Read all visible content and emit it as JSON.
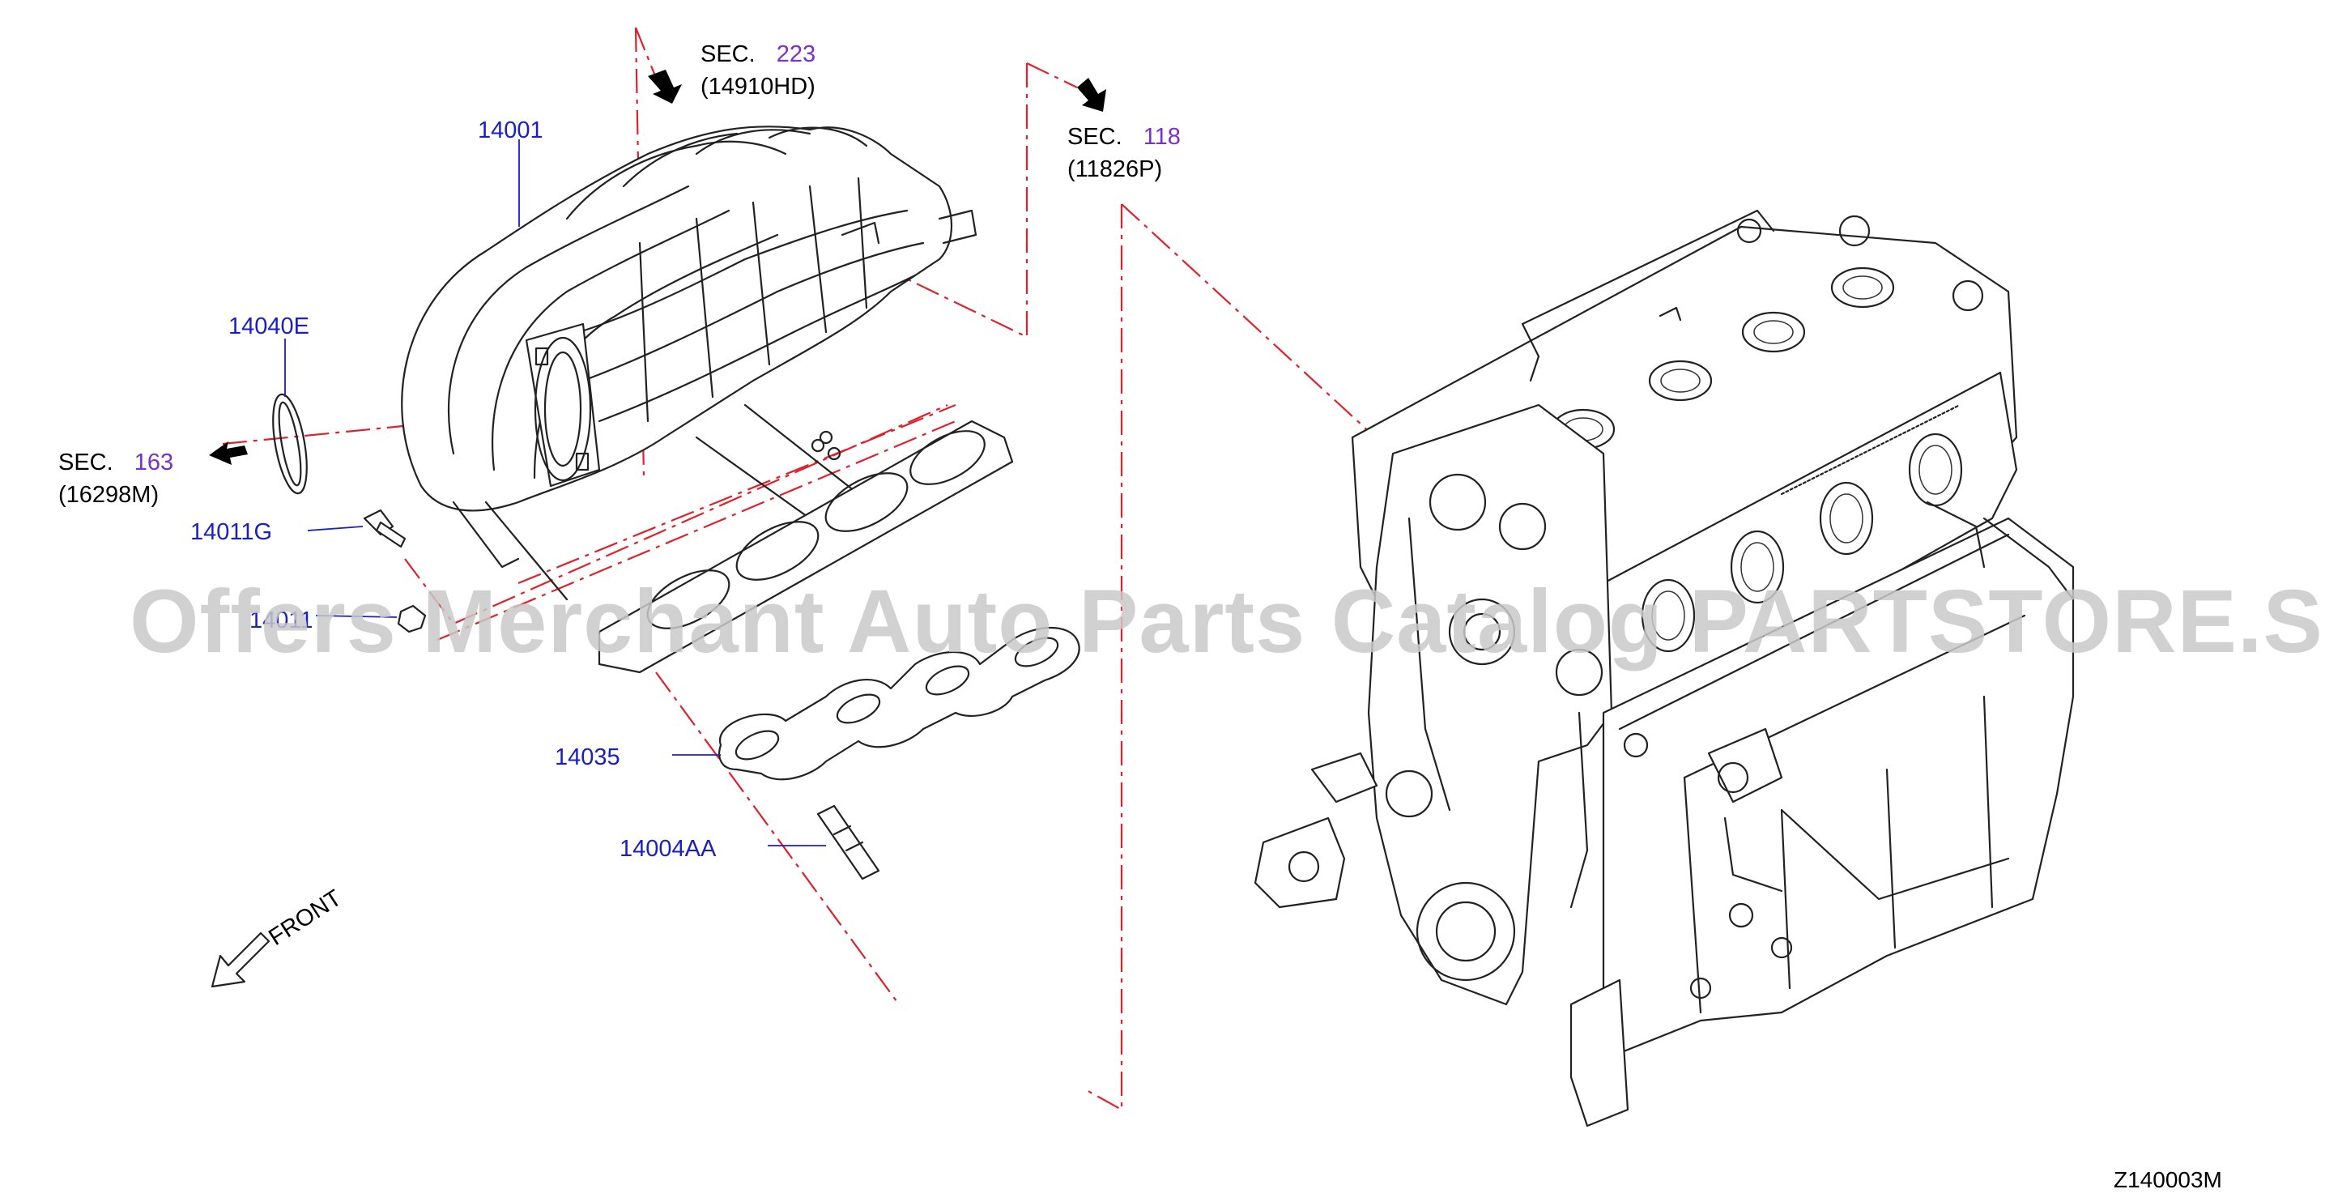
{
  "parts": [
    {
      "id": "p-14001",
      "label": "14001"
    },
    {
      "id": "p-14040e",
      "label": "14040E"
    },
    {
      "id": "p-14011g",
      "label": "14011G"
    },
    {
      "id": "p-14011",
      "label": "14011"
    },
    {
      "id": "p-14035",
      "label": "14035"
    },
    {
      "id": "p-14004aa",
      "label": "14004AA"
    }
  ],
  "sections": [
    {
      "id": "sec-223",
      "prefix": "SEC.",
      "number": "223",
      "ref": "(14910HD)"
    },
    {
      "id": "sec-118",
      "prefix": "SEC.",
      "number": "118",
      "ref": "(11826P)"
    },
    {
      "id": "sec-163",
      "prefix": "SEC.",
      "number": "163",
      "ref": "(16298M)"
    }
  ],
  "front_label": "FRONT",
  "diagram_code": "Z140003M",
  "watermark": "Offers Merchant Auto Parts Catalog PARTSTORE.SA",
  "colors": {
    "part_label": "#1a1fc4",
    "section_number": "#7a2fd0",
    "centerline": "#e0202a",
    "watermark": "#c9c9c9"
  }
}
